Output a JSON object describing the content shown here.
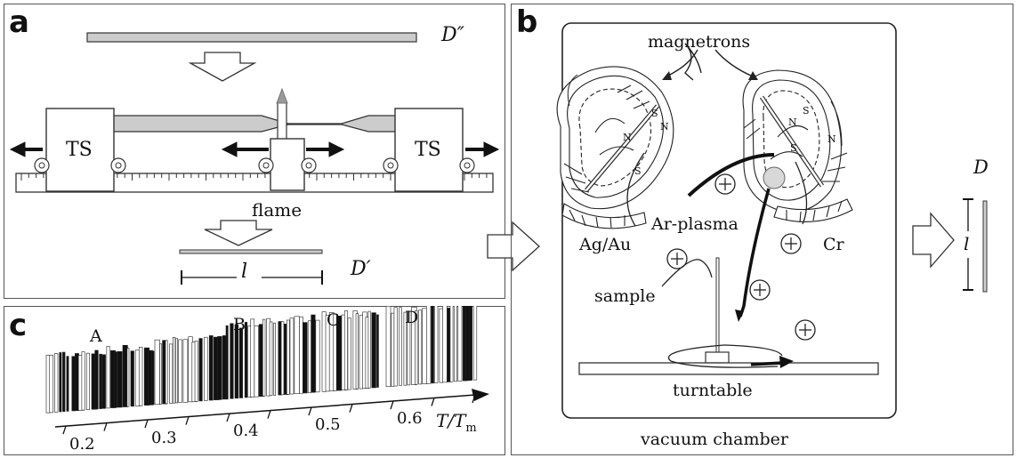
{
  "panels": {
    "a": {
      "label": "a",
      "label_d2": "D″",
      "label_d1": "D′",
      "label_ts_left": "TS",
      "label_ts_right": "TS",
      "label_flame": "flame",
      "label_l": "l"
    },
    "b": {
      "label": "b",
      "label_magnetrons": "magnetrons",
      "label_ag_au": "Ag/Au",
      "label_ar_plasma": "Ar-plasma",
      "label_cr": "Cr",
      "label_sample": "sample",
      "label_turntable": "turntable",
      "label_vacuum_chamber": "vacuum chamber",
      "label_D": "D",
      "label_l": "l",
      "pole_labels": [
        "S",
        "N",
        "N",
        "S",
        "S",
        "N",
        "N",
        "S"
      ]
    },
    "c": {
      "label": "c",
      "region_labels": [
        "A",
        "B",
        "C",
        "D"
      ],
      "axis_ticks": [
        "0.2",
        "0.3",
        "0.4",
        "0.5",
        "0.6"
      ],
      "axis_label_T": "T",
      "axis_label_rest": "/T",
      "axis_label_sub": "m"
    }
  },
  "colors": {
    "fiber": "#cccccc",
    "border": "#555555",
    "ink": "#111111",
    "plasma_dot": "#d8d8d8"
  },
  "icons": [
    "right-arrow-outline-icon",
    "down-arrow-outline-icon",
    "plus-ion-icon"
  ]
}
